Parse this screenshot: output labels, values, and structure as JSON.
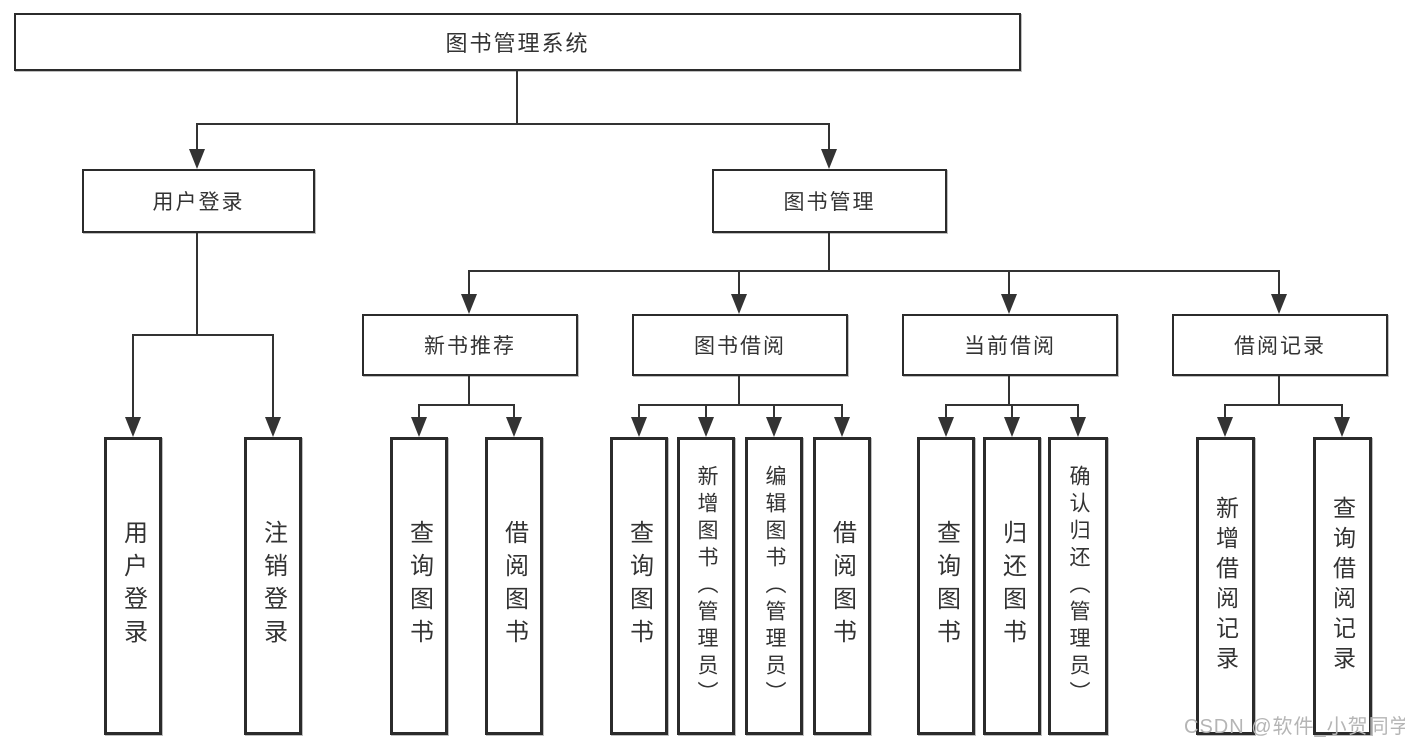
{
  "tree": {
    "root": {
      "label": "图书管理系统",
      "children": [
        {
          "label": "用户登录",
          "children": [
            {
              "label": "用户登录"
            },
            {
              "label": "注销登录"
            }
          ]
        },
        {
          "label": "图书管理",
          "children": [
            {
              "label": "新书推荐",
              "children": [
                {
                  "label": "查询图书"
                },
                {
                  "label": "借阅图书"
                }
              ]
            },
            {
              "label": "图书借阅",
              "children": [
                {
                  "label": "查询图书"
                },
                {
                  "label": "新增图书（管理员）"
                },
                {
                  "label": "编辑图书（管理员）"
                },
                {
                  "label": "借阅图书"
                }
              ]
            },
            {
              "label": "当前借阅",
              "children": [
                {
                  "label": "查询图书"
                },
                {
                  "label": "归还图书"
                },
                {
                  "label": "确认归还（管理员）"
                }
              ]
            },
            {
              "label": "借阅记录",
              "children": [
                {
                  "label": "新增借阅记录"
                },
                {
                  "label": "查询借阅记录"
                }
              ]
            }
          ]
        }
      ]
    }
  },
  "colors": {
    "line": "#333333",
    "border": "#2b2b2b",
    "text": "#333333",
    "watermark": "#b5b5b5"
  },
  "watermark": "CSDN @软件_小贺同学"
}
